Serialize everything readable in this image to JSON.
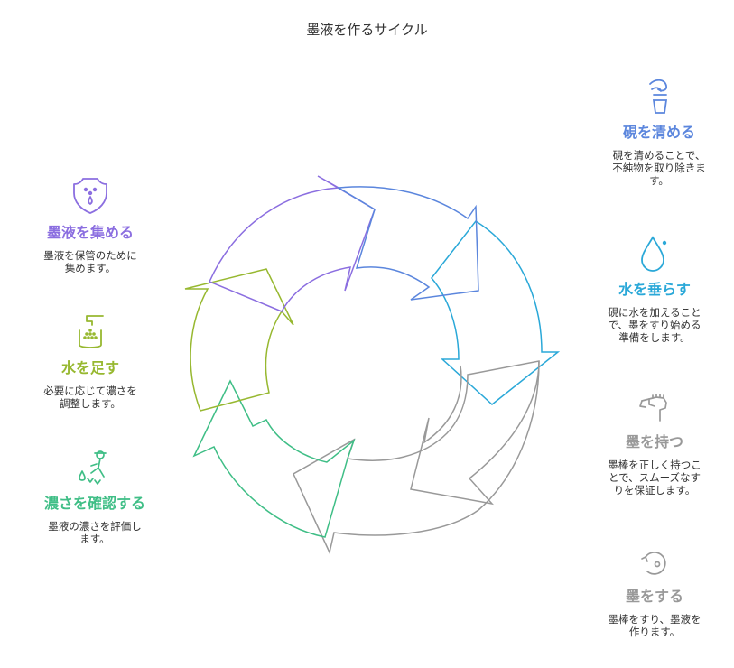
{
  "title": "墨液を作るサイクル",
  "colors": {
    "blue": "#5b86dd",
    "cyan": "#2aa8d8",
    "gray": "#999999",
    "green": "#3fbe86",
    "olive": "#97b830",
    "purple": "#8b6ee0"
  },
  "steps": [
    {
      "label": "硯を清める",
      "desc": [
        "硯を清めることで、",
        "不純物を取り除きま",
        "す。"
      ],
      "icon": "faucet-cup-icon",
      "color": "#5b86dd"
    },
    {
      "label": "水を垂らす",
      "desc": [
        "硯に水を加えること",
        "で、墨をすり始める",
        "準備をします。"
      ],
      "icon": "water-drop-icon",
      "color": "#2aa8d8"
    },
    {
      "label": "墨を持つ",
      "desc": [
        "墨棒を正しく持つこ",
        "とで、スムーズなす",
        "りを保証します。"
      ],
      "icon": "hand-holding-icon",
      "color": "#999999"
    },
    {
      "label": "墨をする",
      "desc": [
        "墨棒をすり、墨液を",
        "作ります。"
      ],
      "icon": "rotate-icon",
      "color": "#999999"
    },
    {
      "label": "墨液を集める",
      "desc": [
        "墨液を保管のために",
        "集めます。"
      ],
      "icon": "collect-vessel-icon",
      "color": "#8b6ee0"
    },
    {
      "label": "水を足す",
      "desc": [
        "必要に応じて濃さを",
        "調整します。"
      ],
      "icon": "tap-bucket-icon",
      "color": "#97b830"
    },
    {
      "label": "濃さを確認する",
      "desc": [
        "墨液の濃さを評価し",
        "ます。"
      ],
      "icon": "inspect-person-icon",
      "color": "#3fbe86"
    }
  ]
}
